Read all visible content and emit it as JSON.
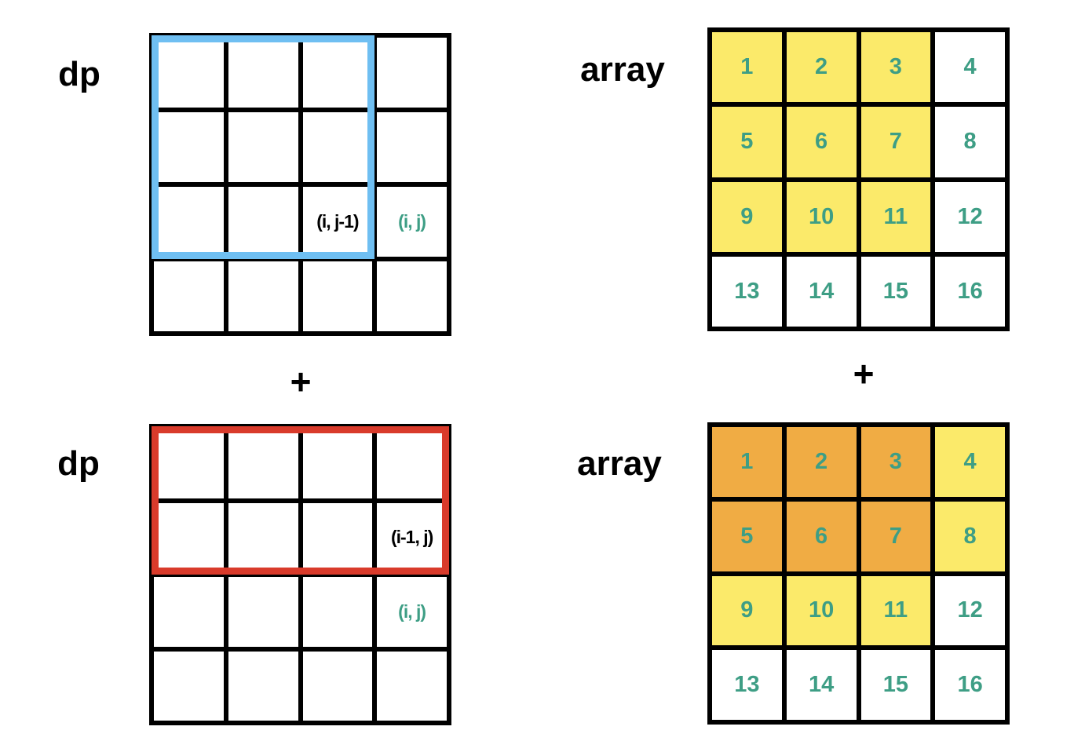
{
  "colors": {
    "cell_yellow": "#fbea6a",
    "cell_orange": "#f0ac44",
    "number_teal": "#3e9e85",
    "outline_blue": "#6fbff2",
    "outline_red": "#d93b2b",
    "grid_line_black": "#000000"
  },
  "operators": {
    "left_plus": "+",
    "right_plus": "+"
  },
  "panels": {
    "dp_top": {
      "label": "dp",
      "highlight": {
        "color": "blue",
        "rows": 3,
        "cols": 3
      },
      "annotations": [
        {
          "text": "(i, j-1)",
          "color": "black",
          "row": 3,
          "col": 3
        },
        {
          "text": "(i, j)",
          "color": "teal",
          "row": 3,
          "col": 4
        }
      ]
    },
    "array_top": {
      "label": "array",
      "cells": [
        {
          "value": "1",
          "fill": "yellow"
        },
        {
          "value": "2",
          "fill": "yellow"
        },
        {
          "value": "3",
          "fill": "yellow"
        },
        {
          "value": "4",
          "fill": "white"
        },
        {
          "value": "5",
          "fill": "yellow"
        },
        {
          "value": "6",
          "fill": "yellow"
        },
        {
          "value": "7",
          "fill": "yellow"
        },
        {
          "value": "8",
          "fill": "white"
        },
        {
          "value": "9",
          "fill": "yellow"
        },
        {
          "value": "10",
          "fill": "yellow"
        },
        {
          "value": "11",
          "fill": "yellow"
        },
        {
          "value": "12",
          "fill": "white"
        },
        {
          "value": "13",
          "fill": "white"
        },
        {
          "value": "14",
          "fill": "white"
        },
        {
          "value": "15",
          "fill": "white"
        },
        {
          "value": "16",
          "fill": "white"
        }
      ]
    },
    "dp_bottom": {
      "label": "dp",
      "highlight": {
        "color": "red",
        "rows": 2,
        "cols": 4
      },
      "annotations": [
        {
          "text": "(i-1, j)",
          "color": "black",
          "row": 2,
          "col": 4
        },
        {
          "text": "(i, j)",
          "color": "teal",
          "row": 3,
          "col": 4
        }
      ]
    },
    "array_bottom": {
      "label": "array",
      "cells": [
        {
          "value": "1",
          "fill": "orange"
        },
        {
          "value": "2",
          "fill": "orange"
        },
        {
          "value": "3",
          "fill": "orange"
        },
        {
          "value": "4",
          "fill": "yellow"
        },
        {
          "value": "5",
          "fill": "orange"
        },
        {
          "value": "6",
          "fill": "orange"
        },
        {
          "value": "7",
          "fill": "orange"
        },
        {
          "value": "8",
          "fill": "yellow"
        },
        {
          "value": "9",
          "fill": "yellow"
        },
        {
          "value": "10",
          "fill": "yellow"
        },
        {
          "value": "11",
          "fill": "yellow"
        },
        {
          "value": "12",
          "fill": "white"
        },
        {
          "value": "13",
          "fill": "white"
        },
        {
          "value": "14",
          "fill": "white"
        },
        {
          "value": "15",
          "fill": "white"
        },
        {
          "value": "16",
          "fill": "white"
        }
      ]
    }
  }
}
